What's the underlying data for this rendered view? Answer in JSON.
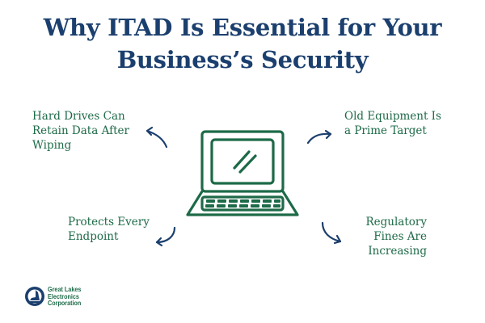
{
  "header": {
    "title_line1": "Why ITAD Is Essential for Your",
    "title_line2": "Business’s Security"
  },
  "points": [
    {
      "id": "top-left",
      "label": "Hard Drives Can\nRetain Data After\nWiping"
    },
    {
      "id": "top-right",
      "label": "Old Equipment Is\na Prime Target"
    },
    {
      "id": "bottom-left",
      "label": "Protects Every\nEndpoint"
    },
    {
      "id": "bottom-right",
      "label": "Regulatory\nFines Are\nIncreasing"
    }
  ],
  "center_icon": "laptop-icon",
  "logo": {
    "text": "Great Lakes\nElectronics\nCorporation",
    "icon": "great-lakes-logo-icon"
  },
  "colors": {
    "title": "#1b3f6e",
    "labels": "#1d6a48",
    "arrows": "#1b3f6e",
    "laptop": "#1d6a48",
    "background": "#ffffff"
  }
}
